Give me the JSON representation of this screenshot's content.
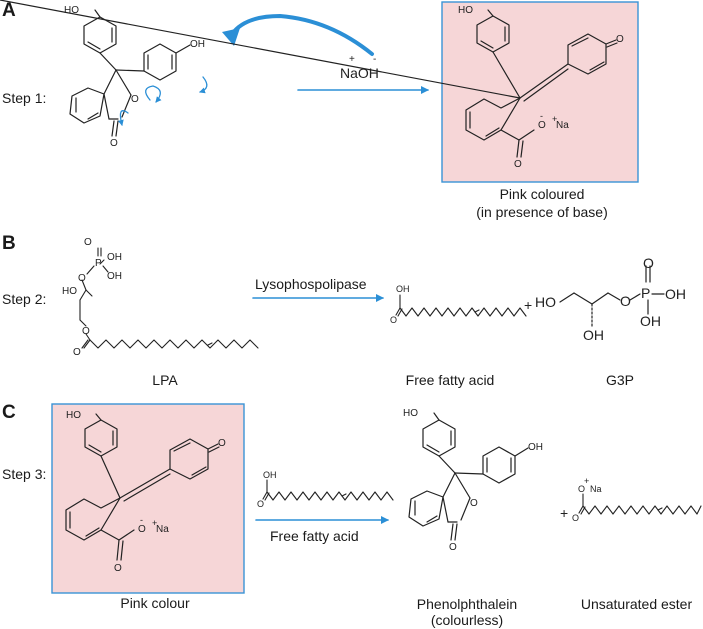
{
  "panels": {
    "a": {
      "letter": "A",
      "step": "Step 1:",
      "reagent": "NaOH",
      "reagent_charge_plus": "+",
      "reagent_charge_minus": "-",
      "product_caption_1": "Pink coloured",
      "product_caption_2": "(in presence of base)"
    },
    "b": {
      "letter": "B",
      "step": "Step 2:",
      "enzyme": "Lysophospolipase",
      "lpa_label": "LPA",
      "ffa_label": "Free fatty acid",
      "g3p_label": "G3P",
      "plus": "+"
    },
    "c": {
      "letter": "C",
      "step": "Step 3:",
      "reagent": "Free fatty acid",
      "left_caption": "Pink colour",
      "mid_caption_1": "Phenolphthalein",
      "mid_caption_2": "(colourless)",
      "right_caption": "Unsaturated ester",
      "plus": "+"
    }
  },
  "atoms": {
    "ho": "HO",
    "oh": "OH",
    "o": "O",
    "p": "P",
    "na": "Na",
    "o_minus": "O",
    "minus": "-",
    "plus": "+"
  },
  "colors": {
    "accent": "#2b8fd6",
    "pink_fill": "#f6d6d7",
    "box_border": "#3a93d6"
  }
}
